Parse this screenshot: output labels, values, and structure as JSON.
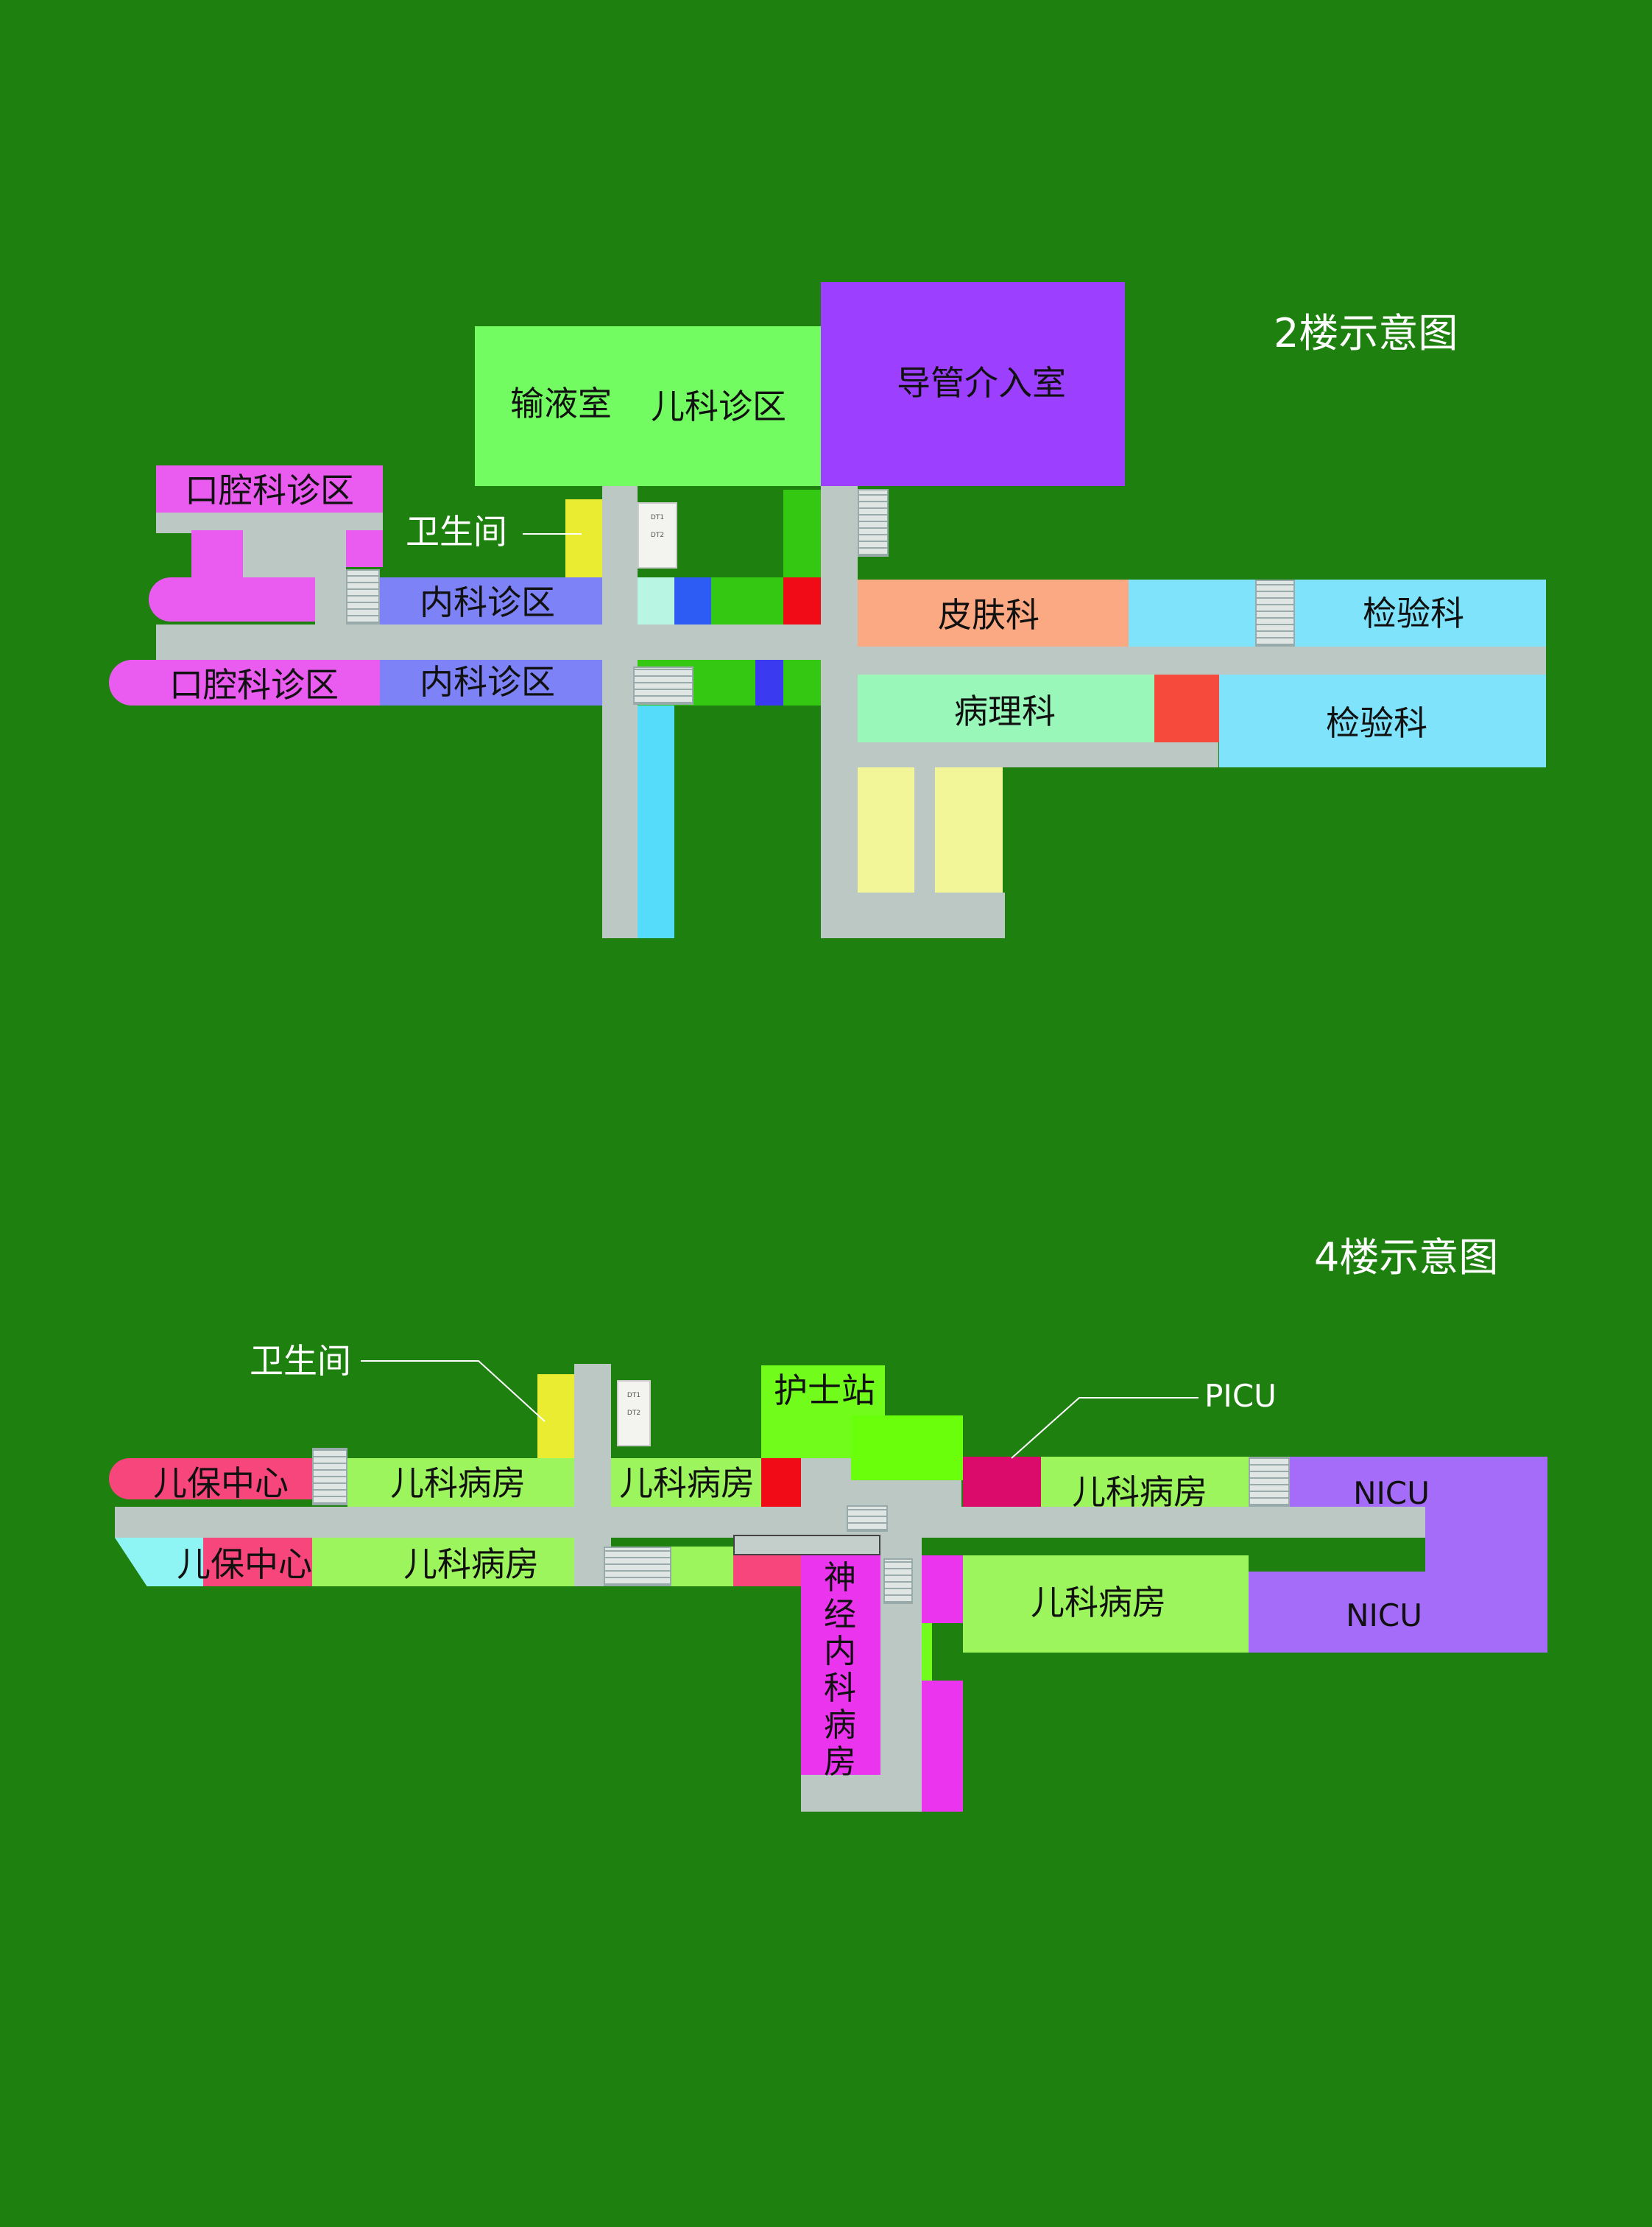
{
  "floor2": {
    "title": "2楼示意图",
    "labels": {
      "infusion": "输液室",
      "pediatric_clinic": "儿科诊区",
      "catheter": "导管介入室",
      "dental_top": "口腔科诊区",
      "restroom": "卫生间",
      "internal_top": "内科诊区",
      "dental_bottom": "口腔科诊区",
      "internal_bottom": "内科诊区",
      "dermatology": "皮肤科",
      "lab_top": "检验科",
      "pathology": "病理科",
      "lab_bottom": "检验科"
    }
  },
  "floor4": {
    "title": "4楼示意图",
    "labels": {
      "restroom": "卫生间",
      "nurse_station": "护士站",
      "picu": "PICU",
      "child_health_top": "儿保中心",
      "ward_1": "儿科病房",
      "ward_2": "儿科病房",
      "ward_3": "儿科病房",
      "nicu_top": "NICU",
      "child_health_bottom": "儿保中心",
      "ward_4": "儿科病房",
      "neuro_ward": "神经内科病房",
      "ward_5": "儿科病房",
      "nicu_bottom": "NICU"
    }
  },
  "colors": {
    "background": "#1e800e",
    "corridor": "#bcc8c4",
    "light_green": "#72fc62",
    "purple": "#9c3fff",
    "magenta": "#e95cef",
    "periwinkle": "#7d83f6",
    "peach": "#fba982",
    "sky": "#7fe3fb",
    "mint": "#98f7b9",
    "yellow": "#eaec32",
    "red": "#f10b16"
  }
}
